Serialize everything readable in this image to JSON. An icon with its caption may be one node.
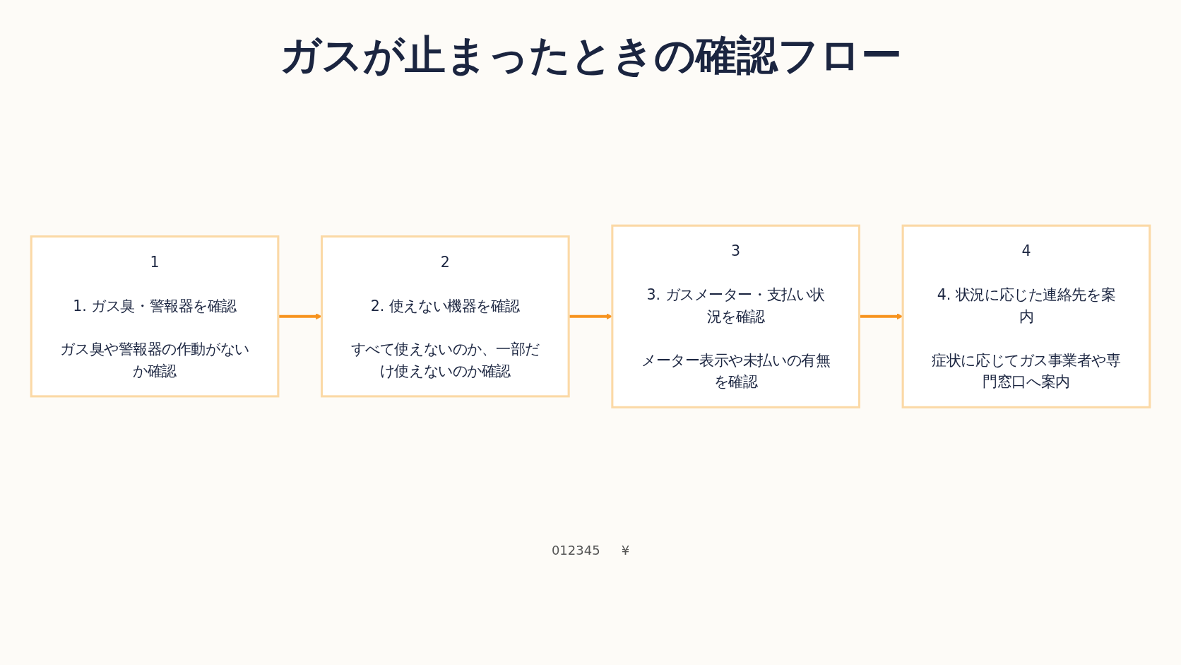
{
  "diagram": {
    "title": "ガスが止まったときの確認フロー",
    "nodes": [
      {
        "text": [
          "1",
          "1. ガス臭・警報器を確認",
          "ガス臭や警報器の作動がないか確認"
        ]
      },
      {
        "text": [
          "2",
          "2. 使えない機器を確認",
          "すべて使えないのか、一部だけ使えないのか確認"
        ]
      },
      {
        "text": [
          "3",
          "3. ガスメーター・支払い状況を確認",
          "メーター表示や未払いの有無を確認"
        ]
      },
      {
        "text": [
          "4",
          "4. 状況に応じた連絡先を案内",
          "症状に応じてガス事業者や専門窓口へ案内"
        ]
      }
    ],
    "edges": [
      {
        "from": 0,
        "to": 1,
        "arrow": "to"
      },
      {
        "from": 1,
        "to": 2,
        "arrow": "to"
      },
      {
        "from": 2,
        "to": 3,
        "arrow": "to"
      }
    ],
    "labels": [
      "012345",
      "¥"
    ]
  }
}
